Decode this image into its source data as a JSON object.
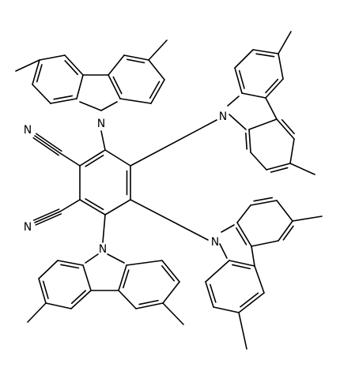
{
  "molecule": {
    "atom_labels": {
      "n_top_left": "N",
      "n_top_right": "N",
      "n_bottom_left": "N",
      "n_bottom_right": "N",
      "nitrile_upper": "N",
      "nitrile_lower": "N"
    },
    "label_color": "#000000",
    "bond_color": "#000000",
    "background": "#ffffff"
  }
}
